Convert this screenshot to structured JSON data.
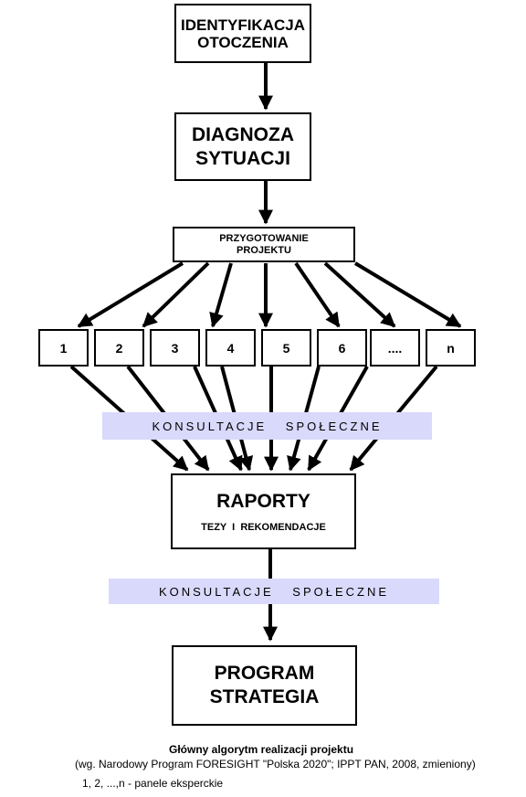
{
  "boxes": {
    "identification": [
      "IDENTYFIKACJA",
      "OTOCZENIA"
    ],
    "diagnosis": [
      "DIAGNOZA",
      "SYTUACJI"
    ],
    "preparation": [
      "PRZYGOTOWANIE",
      "PROJEKTU"
    ],
    "reports_title": "RAPORTY",
    "reports_sub": "TEZY  I  REKOMENDACJE",
    "program": [
      "PROGRAM",
      "STRATEGIA"
    ]
  },
  "panels": [
    "1",
    "2",
    "3",
    "4",
    "5",
    "6",
    "....",
    "n"
  ],
  "consultation_1": "KONSULTACJE SPOŁECZNE",
  "consultation_2": "KONSULTACJE SPOŁECZNE",
  "caption": {
    "title": "Główny algorytm realizacji projektu",
    "source": "(wg. Narodowy Program FORESIGHT \"Polska 2020\"; IPPT PAN, 2008, zmieniony)",
    "legend": "1, 2, ...,n  - panele eksperckie"
  }
}
